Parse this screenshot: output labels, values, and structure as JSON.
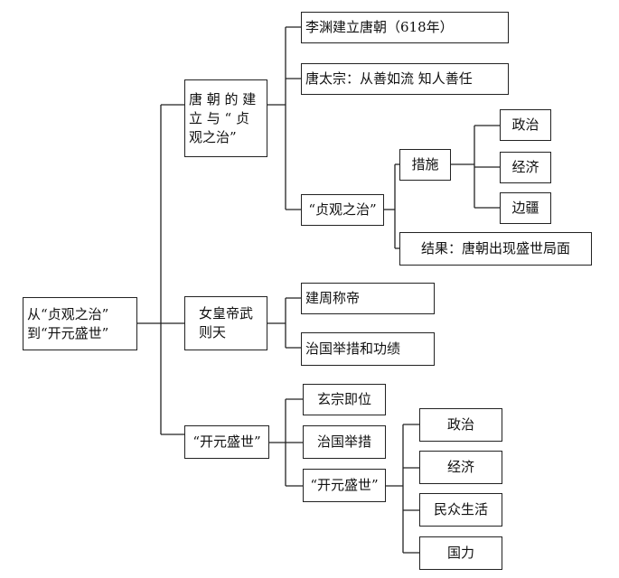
{
  "root": {
    "line1": "从“贞观之治”",
    "line2": "到“开元盛世”"
  },
  "tang": {
    "label": {
      "line1": "唐 朝 的 建",
      "line2": "立 与 “ 贞",
      "line3": "观之治”"
    },
    "founding": "李渊建立唐朝（618年）",
    "taizong": "唐太宗：从善如流 知人善任",
    "zhenguan": {
      "label": "“贞观之治”",
      "measures": {
        "label": "措施",
        "items": [
          "政治",
          "经济",
          "边疆"
        ]
      },
      "result": "结果：唐朝出现盛世局面"
    }
  },
  "wuzetian": {
    "label": {
      "line1": "女皇帝武",
      "line2": "则天"
    },
    "items": [
      "建周称帝",
      "治国举措和功绩"
    ]
  },
  "kaiyuan": {
    "label": "“开元盛世”",
    "xuanzong": "玄宗即位",
    "governance": "治国举措",
    "prosperity": {
      "label": "“开元盛世”",
      "items": [
        "政治",
        "经济",
        "民众生活",
        "国力"
      ]
    }
  }
}
